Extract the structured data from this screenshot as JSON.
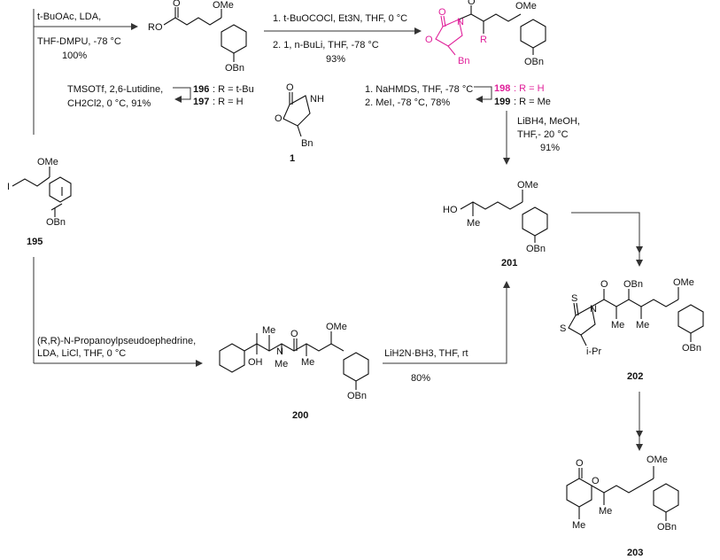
{
  "colors": {
    "highlight": "#e0209a",
    "ink": "#111111"
  },
  "compounds": {
    "c1": "1",
    "c195": "195",
    "c196_197_line1_num": "196",
    "c196_197_line1_text": ": R = t-Bu",
    "c196_197_line2_num": "197",
    "c196_197_line2_text": ": R = H",
    "c198_num": "198",
    "c198_text": ": R = H",
    "c199_num": "199",
    "c199_text": ": R = Me",
    "c200": "200",
    "c201": "201",
    "c202": "202",
    "c203": "203"
  },
  "conditions": {
    "step1_line1": "t-BuOAc, LDA,",
    "step1_line2": "THF-DMPU, -78 °C",
    "step1_line3": "100%",
    "step2_line1": "TMSOTf, 2,6-Lutidine,",
    "step2_line2": "CH2Cl2, 0 °C, 91%",
    "step3_line1": "1. t-BuOCOCl, Et3N, THF, 0 °C",
    "step3_line2": "2. 1, n-BuLi, THF, -78 °C",
    "step3_line3": "93%",
    "step4_line1": "1. NaHMDS, THF, -78 °C",
    "step4_line2": "2. MeI, -78 °C, 78%",
    "step5_line1": "LiBH4, MeOH,",
    "step5_line2": "THF,- 20 °C",
    "step5_line3": "91%",
    "step6_line1": "(R,R)-N-Propanoylpseudoephedrine,",
    "step6_line2": "LDA, LiCl, THF,  0 °C",
    "step7_line1": "LiH2N·BH3, THF, rt",
    "step7_line2": "80%"
  },
  "atoms": {
    "OMe": "OMe",
    "OBn": "OBn",
    "RO": "RO",
    "O": "O",
    "N": "N",
    "NH": "NH",
    "Bn": "Bn",
    "R": "R",
    "I": "I",
    "HO": "HO",
    "Me": "Me",
    "OH": "OH",
    "S": "S",
    "iPr": "i-Pr"
  }
}
